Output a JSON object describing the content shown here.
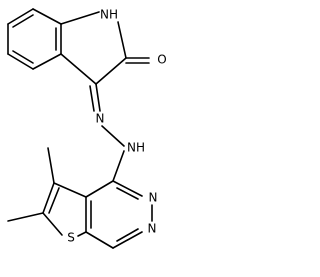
{
  "structure": {
    "atoms": {
      "indole_nh": "NH",
      "carbonyl_o": "O",
      "hydrazone_n1": "N",
      "hydrazone_nh": "NH",
      "pyrimidine_n_top": "N",
      "pyrimidine_n_bottom": "N",
      "thiophene_s": "S"
    }
  },
  "colors": {
    "bond": "#000000",
    "label": "#000000",
    "background": "#ffffff"
  }
}
